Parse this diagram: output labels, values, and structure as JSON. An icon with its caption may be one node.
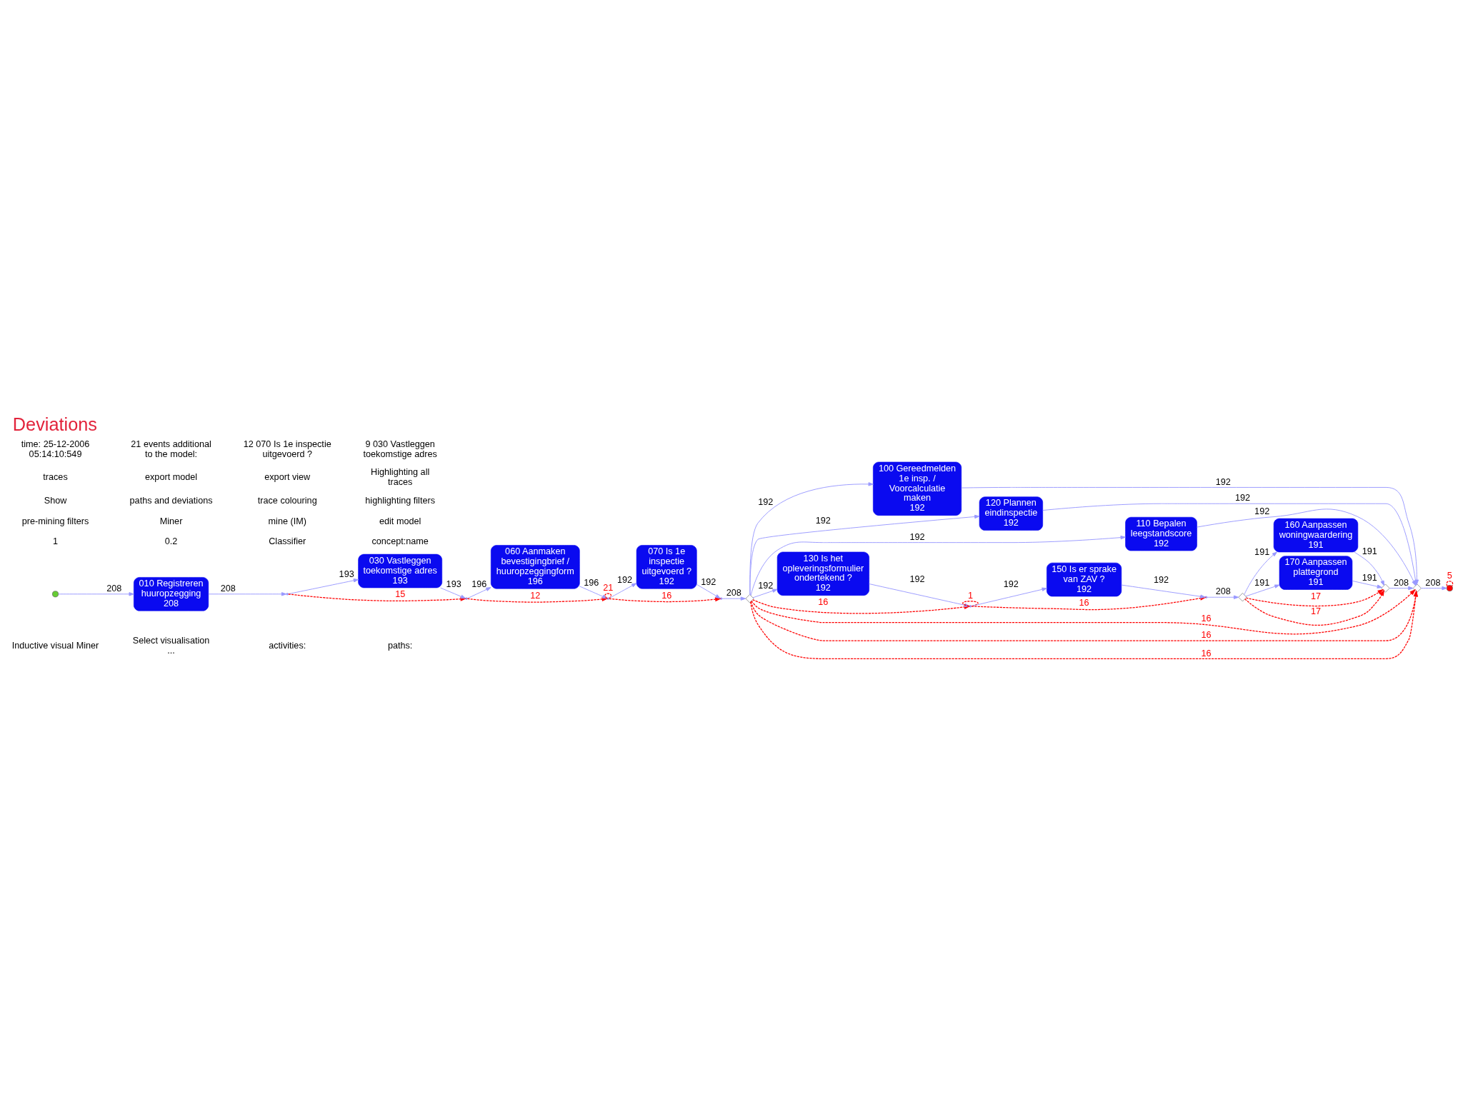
{
  "diagram": {
    "title": "Deviations",
    "nodes": [
      {
        "text": [],
        "shape": "circle"
      },
      {
        "text": [
          "010 Registreren huuropzegging",
          "208"
        ]
      },
      {
        "text": [],
        "shape": "dot"
      },
      {
        "text": [
          "030 Vastleggen toekomstige adres",
          "193"
        ]
      },
      {
        "text": [],
        "shape": "dot"
      },
      {
        "text": [
          "060 Aanmaken bevestigingbrief / huuropzeggingform",
          "196"
        ]
      },
      {
        "text": [],
        "shape": "dot"
      },
      {
        "text": [
          "070 Is 1e inspectie uitgevoerd ?",
          "192"
        ]
      },
      {
        "text": [],
        "shape": "dot"
      },
      {
        "text": [],
        "shape": "diamond"
      },
      {
        "text": [
          "100 Gereedmelden 1e insp. / Voorcalculatie maken",
          "192"
        ]
      },
      {
        "text": [
          "120 Plannen eindinspectie",
          "192"
        ]
      },
      {
        "text": [
          "110 Bepalen leegstandscore",
          "192"
        ]
      },
      {
        "text": [
          "130 Is het opleveringsformulier ondertekend ?",
          "192"
        ]
      },
      {
        "text": [],
        "shape": "dot"
      },
      {
        "text": [
          "150 Is er sprake van ZAV ?",
          "192"
        ]
      },
      {
        "text": [],
        "shape": "dot"
      },
      {
        "text": [],
        "shape": "diamond"
      },
      {
        "text": [
          "160 Aanpassen woningwaardering",
          "191"
        ]
      },
      {
        "text": [
          "170 Aanpassen plattegrond",
          "191"
        ]
      },
      {
        "text": [],
        "shape": "diamond"
      },
      {
        "text": [],
        "shape": "diamond"
      },
      {
        "text": [],
        "shape": "circle"
      }
    ],
    "edges": [
      {
        "from": 0,
        "to": 1,
        "arrow": "to",
        "label": "208"
      },
      {
        "from": 1,
        "to": 2,
        "arrow": "to",
        "label": "208"
      },
      {
        "from": 2,
        "to": 3,
        "arrow": "to",
        "label": "193"
      },
      {
        "from": 2,
        "to": 4,
        "arrow": "to",
        "label": "15",
        "style": "dashed",
        "color": "#ff0000"
      },
      {
        "from": 3,
        "to": 4,
        "arrow": "to",
        "label": "193"
      },
      {
        "from": 4,
        "to": 5,
        "arrow": "to",
        "label": "196"
      },
      {
        "from": 4,
        "to": 6,
        "arrow": "to",
        "label": "12",
        "style": "dashed",
        "color": "#ff0000"
      },
      {
        "from": 5,
        "to": 6,
        "arrow": "to",
        "label": "196"
      },
      {
        "from": 6,
        "to": 6,
        "arrow": "none",
        "label": "21",
        "style": "dashed",
        "color": "#ff0000"
      },
      {
        "from": 6,
        "to": 7,
        "arrow": "to",
        "label": "192"
      },
      {
        "from": 6,
        "to": 8,
        "arrow": "to",
        "label": "16",
        "style": "dashed",
        "color": "#ff0000"
      },
      {
        "from": 7,
        "to": 8,
        "arrow": "to",
        "label": "192"
      },
      {
        "from": 8,
        "to": 9,
        "arrow": "to",
        "label": "208"
      },
      {
        "from": 9,
        "to": 21,
        "arrow": "to",
        "label": "16",
        "style": "dashed",
        "color": "#ff0000"
      },
      {
        "from": 9,
        "to": 21,
        "arrow": "to",
        "label": "16",
        "style": "dashed",
        "color": "#ff0000"
      },
      {
        "from": 9,
        "to": 21,
        "arrow": "to",
        "label": "16",
        "style": "dashed",
        "color": "#ff0000"
      },
      {
        "from": 9,
        "to": 10,
        "arrow": "to",
        "label": "192"
      },
      {
        "from": 10,
        "to": 21,
        "arrow": "to",
        "label": "192"
      },
      {
        "from": 9,
        "to": 11,
        "arrow": "to",
        "label": "192"
      },
      {
        "from": 11,
        "to": 21,
        "arrow": "to",
        "label": "192"
      },
      {
        "from": 9,
        "to": 12,
        "arrow": "to",
        "label": "192"
      },
      {
        "from": 12,
        "to": 21,
        "arrow": "to",
        "label": "192"
      },
      {
        "from": 9,
        "to": 14,
        "arrow": "to",
        "label": "16",
        "style": "dashed",
        "color": "#ff0000"
      },
      {
        "from": 9,
        "to": 13,
        "arrow": "to",
        "label": "192"
      },
      {
        "from": 13,
        "to": 14,
        "arrow": "to",
        "label": "192"
      },
      {
        "from": 14,
        "to": 14,
        "arrow": "none",
        "label": "1",
        "style": "dashed",
        "color": "#ff0000"
      },
      {
        "from": 14,
        "to": 16,
        "arrow": "to",
        "label": "16",
        "style": "dashed",
        "color": "#ff0000"
      },
      {
        "from": 14,
        "to": 15,
        "arrow": "to",
        "label": "192"
      },
      {
        "from": 15,
        "to": 16,
        "arrow": "to",
        "label": "192"
      },
      {
        "from": 16,
        "to": 17,
        "arrow": "to",
        "label": "208"
      },
      {
        "from": 17,
        "to": 20,
        "arrow": "to",
        "label": "17",
        "style": "dashed",
        "color": "#ff0000"
      },
      {
        "from": 17,
        "to": 20,
        "arrow": "to",
        "label": "17",
        "style": "dashed",
        "color": "#ff0000"
      },
      {
        "from": 17,
        "to": 18,
        "arrow": "to",
        "label": "191"
      },
      {
        "from": 17,
        "to": 19,
        "arrow": "to",
        "label": "191"
      },
      {
        "from": 18,
        "to": 20,
        "arrow": "to",
        "label": "191"
      },
      {
        "from": 19,
        "to": 20,
        "arrow": "to",
        "label": "191"
      },
      {
        "from": 20,
        "to": 21,
        "arrow": "to",
        "label": "208"
      },
      {
        "from": 21,
        "to": 22,
        "arrow": "to",
        "label": "208"
      },
      {
        "from": 22,
        "to": 22,
        "arrow": "none",
        "label": "5",
        "style": "dashed",
        "color": "#ff0000"
      }
    ],
    "labels": [
      "Inductive visual Miner",
      "Select visualisation ...",
      "activities:",
      "paths:",
      "1",
      "0.2",
      "Classifier",
      "concept:name",
      "pre-mining filters",
      "Miner",
      "mine (IM)",
      "edit model",
      "Show",
      "paths and deviations",
      "trace colouring",
      "highlighting filters",
      "traces",
      "export model",
      "export view",
      "Highlighting all traces",
      "time: 25-12-2006 05:14:10:549",
      "21 events additional to the model:",
      "12 070 Is 1e inspectie uitgevoerd ?",
      "9 030 Vastleggen toekomstige adres"
    ]
  }
}
